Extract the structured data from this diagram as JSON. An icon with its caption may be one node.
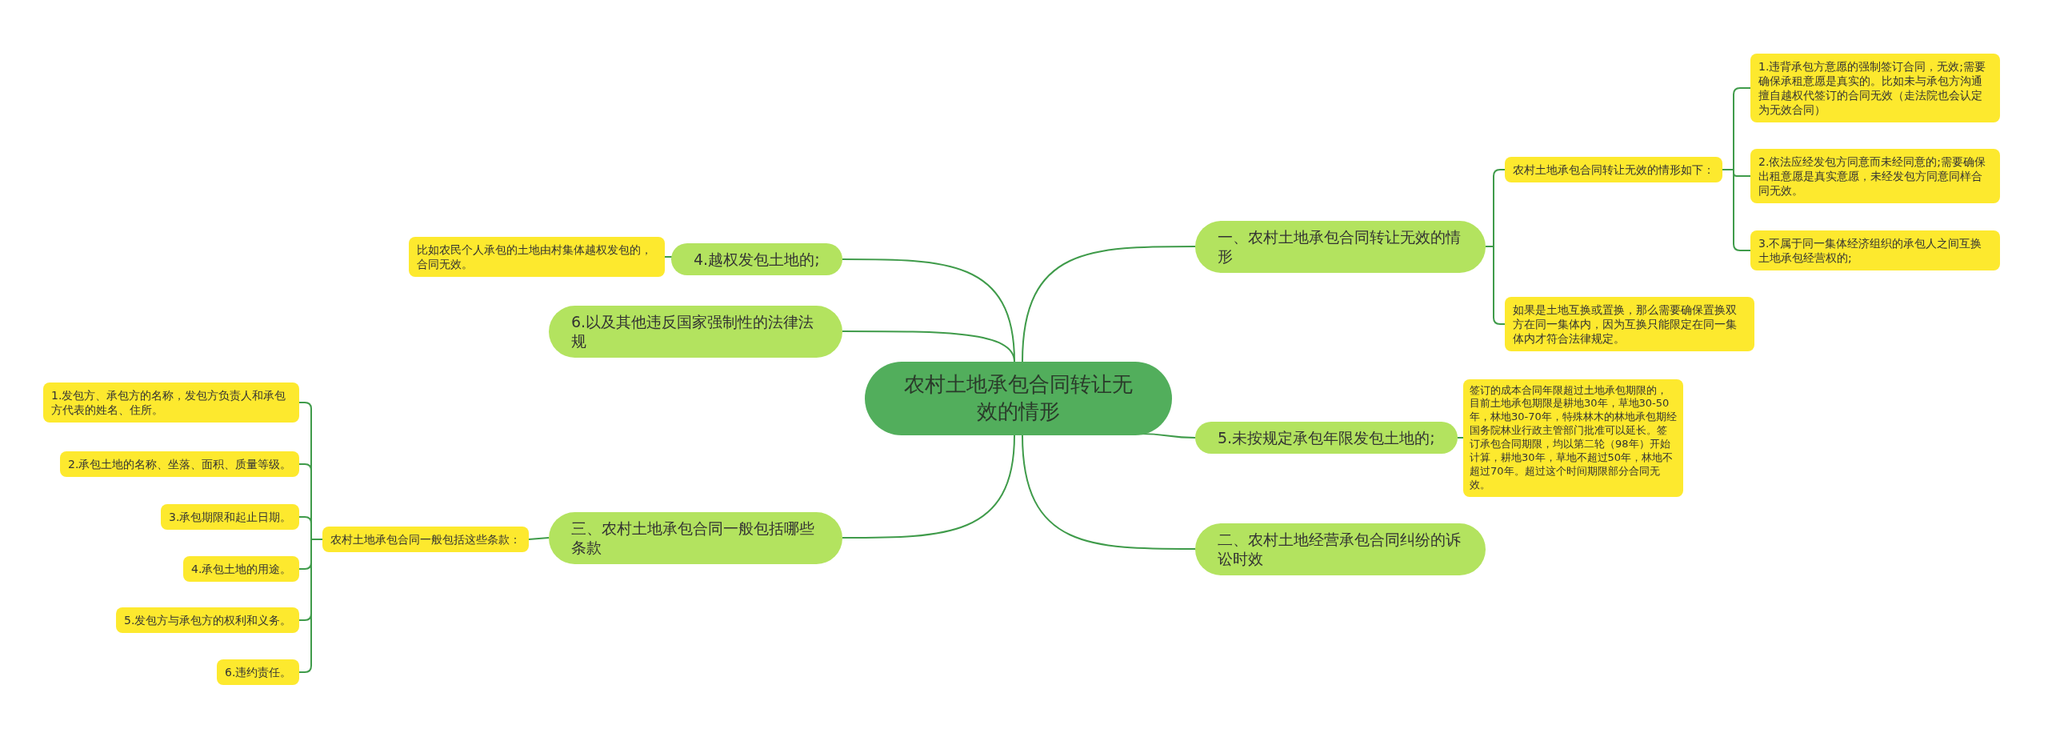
{
  "diagram": {
    "nodes": [
      {
        "text": [
          "农村土地承包合同转让无效的情形"
        ]
      },
      {
        "text": [
          "一、农村土地承包合同转让无效的情形"
        ]
      },
      {
        "text": [
          "农村土地承包合同转让无效的情形如下："
        ]
      },
      {
        "text": [
          "1.违背承包方意愿的强制签订合同，无效;需要确保承租意愿是真实的。比如未与承包方沟通擅自越权代签订的合同无效（走法院也会认定为无效合同）"
        ]
      },
      {
        "text": [
          "2.依法应经发包方同意而未经同意的;需要确保出租意愿是真实意愿，未经发包方同意同样合同无效。"
        ]
      },
      {
        "text": [
          "3.不属于同一集体经济组织的承包人之间互换土地承包经营权的;"
        ]
      },
      {
        "text": [
          "如果是土地互换或置换，那么需要确保置换双方在同一集体内，因为互换只能限定在同一集体内才符合法律规定。"
        ]
      },
      {
        "text": [
          "5.未按规定承包年限发包土地的;"
        ]
      },
      {
        "text": [
          "签订的成本合同年限超过土地承包期限的，目前土地承包期限是耕地30年，草地30-50年，林地30-70年，特殊林木的林地承包期经国务院林业行政主管部门批准可以延长。签订承包合同期限，均以第二轮（98年）开始计算，耕地30年，草地不超过50年，林地不超过70年。超过这个时间期限部分合同无效。"
        ]
      },
      {
        "text": [
          "二、农村土地经营承包合同纠纷的诉讼时效"
        ]
      },
      {
        "text": [
          "4.越权发包土地的;"
        ]
      },
      {
        "text": [
          "比如农民个人承包的土地由村集体越权发包的，合同无效。"
        ]
      },
      {
        "text": [
          "6.以及其他违反国家强制性的法律法规"
        ]
      },
      {
        "text": [
          "三、农村土地承包合同一般包括哪些条款"
        ]
      },
      {
        "text": [
          "农村土地承包合同一般包括这些条款："
        ]
      },
      {
        "text": [
          "1.发包方、承包方的名称，发包方负责人和承包方代表的姓名、住所。"
        ]
      },
      {
        "text": [
          "2.承包土地的名称、坐落、面积、质量等级。"
        ]
      },
      {
        "text": [
          "3.承包期限和起止日期。"
        ]
      },
      {
        "text": [
          "4.承包土地的用途。"
        ]
      },
      {
        "text": [
          "5.发包方与承包方的权利和义务。"
        ]
      },
      {
        "text": [
          "6.违约责任。"
        ]
      }
    ],
    "edges": [
      {
        "from": 0,
        "to": 1,
        "arrow": "none"
      },
      {
        "from": 1,
        "to": 2,
        "arrow": "none"
      },
      {
        "from": 2,
        "to": 3,
        "arrow": "none"
      },
      {
        "from": 2,
        "to": 4,
        "arrow": "none"
      },
      {
        "from": 2,
        "to": 5,
        "arrow": "none"
      },
      {
        "from": 1,
        "to": 6,
        "arrow": "none"
      },
      {
        "from": 0,
        "to": 7,
        "arrow": "none"
      },
      {
        "from": 7,
        "to": 8,
        "arrow": "none"
      },
      {
        "from": 0,
        "to": 9,
        "arrow": "none"
      },
      {
        "from": 0,
        "to": 10,
        "arrow": "none"
      },
      {
        "from": 10,
        "to": 11,
        "arrow": "none"
      },
      {
        "from": 0,
        "to": 12,
        "arrow": "none"
      },
      {
        "from": 0,
        "to": 13,
        "arrow": "none"
      },
      {
        "from": 13,
        "to": 14,
        "arrow": "none"
      },
      {
        "from": 14,
        "to": 15,
        "arrow": "none"
      },
      {
        "from": 14,
        "to": 16,
        "arrow": "none"
      },
      {
        "from": 14,
        "to": 17,
        "arrow": "none"
      },
      {
        "from": 14,
        "to": 18,
        "arrow": "none"
      },
      {
        "from": 14,
        "to": 19,
        "arrow": "none"
      },
      {
        "from": 14,
        "to": 20,
        "arrow": "none"
      }
    ]
  }
}
